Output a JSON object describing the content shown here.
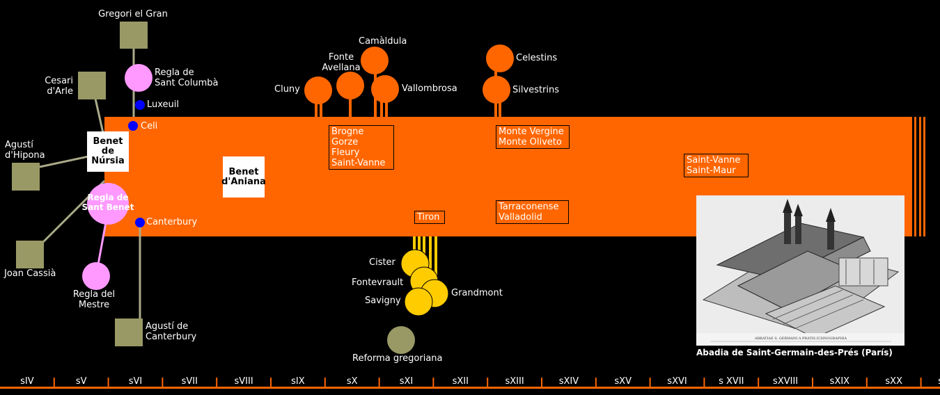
{
  "people": {
    "gregori": "Gregori el Gran",
    "cesari": "Cesari\nd'Arle",
    "agusti_hipona": "Agustí\nd'Hipona",
    "joan_cassia": "Joan Cassià",
    "agusti_canterbury": "Agustí de\nCanterbury"
  },
  "rules": {
    "sant_columba": "Regla de\nSant Columbà",
    "sant_benet": "Regla de\nSant Benet",
    "mestre": "Regla del\nMestre"
  },
  "places": {
    "luxeuil": "Luxeuil",
    "celi": "Celi",
    "canterbury": "Canterbury"
  },
  "founders": {
    "benet_nursia": "Benet\nde\nNúrsia",
    "benet_aniana": "Benet\nd'Aniana"
  },
  "orders_top": {
    "cluny": "Cluny",
    "fonte_avellana": "Fonte\nAvellana",
    "camaldula": "Camàldula",
    "vallombrosa": "Vallombrosa",
    "celestins": "Celestins",
    "silvestrins": "Silvestrins"
  },
  "orders_bottom": {
    "cister": "Cister",
    "fontevrault": "Fontevrault",
    "savigny": "Savigny",
    "grandmont": "Grandmont",
    "reforma": "Reforma gregoriana"
  },
  "congregations": {
    "brogne": "Brogne\nGorze\nFleury\nSaint-Vanne",
    "monte": "Monte Vergine\nMonte Oliveto",
    "saint_vanne": "Saint-Vanne\nSaint-Maur",
    "tarraconense": "Tarraconense\nValladolid",
    "tiron": "Tiron"
  },
  "timeline": [
    "sIV",
    "sV",
    "sVI",
    "sVII",
    "sVIII",
    "sIX",
    "sX",
    "sXI",
    "sXII",
    "sXIII",
    "sXIV",
    "sXV",
    "sXVI",
    "s XVII",
    "sXVIII",
    "sXIX",
    "sXX",
    "sXXI"
  ],
  "photo": {
    "caption": "Abadia de Saint-Germain-des-Prés (París)",
    "print_caption": "ABBATIAE S. GERMANI A PRATIS ICHNOGRAPHIA"
  },
  "colors": {
    "orange": "#ff6600",
    "gold": "#ffcc00",
    "pink": "#ff99ff",
    "olive": "#999966",
    "blue": "#0000ff",
    "line": "#aaaa88"
  }
}
